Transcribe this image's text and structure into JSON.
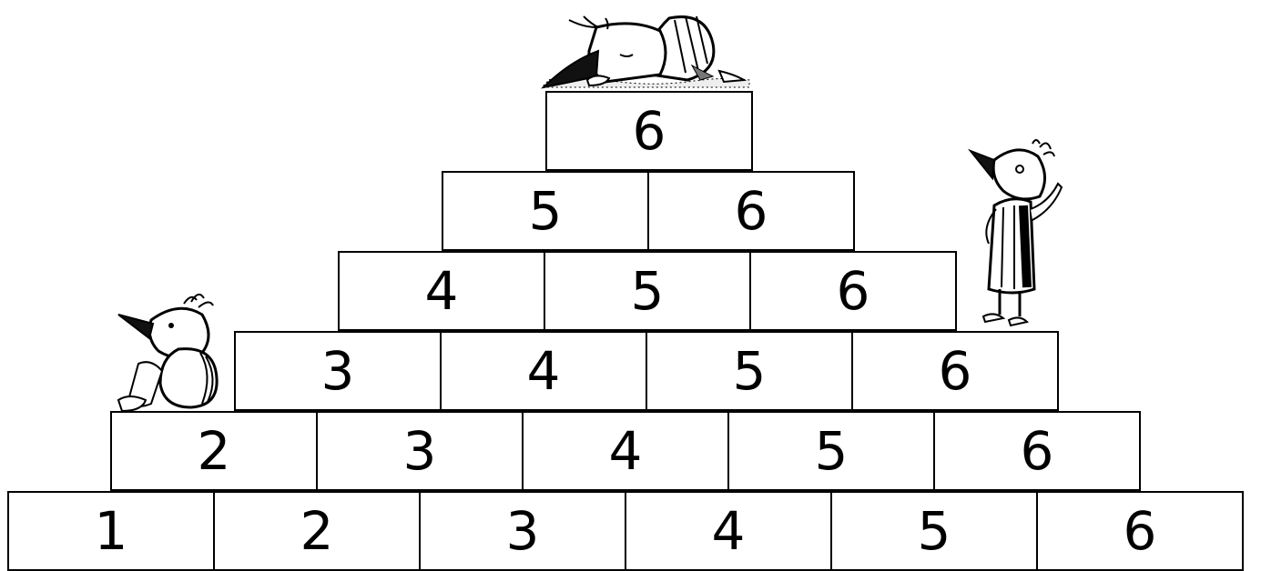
{
  "pyramid": {
    "rows": [
      [
        "1",
        "2",
        "3",
        "4",
        "5",
        "6"
      ],
      [
        "2",
        "3",
        "4",
        "5",
        "6"
      ],
      [
        "3",
        "4",
        "5",
        "6"
      ],
      [
        "4",
        "5",
        "6"
      ],
      [
        "5",
        "6"
      ],
      [
        "6"
      ]
    ]
  },
  "figures": {
    "top": "sleeping-mole-icon",
    "left": "sitting-mole-icon",
    "right": "standing-mole-icon"
  },
  "colors": {
    "ink": "#000000",
    "background": "#ffffff"
  }
}
